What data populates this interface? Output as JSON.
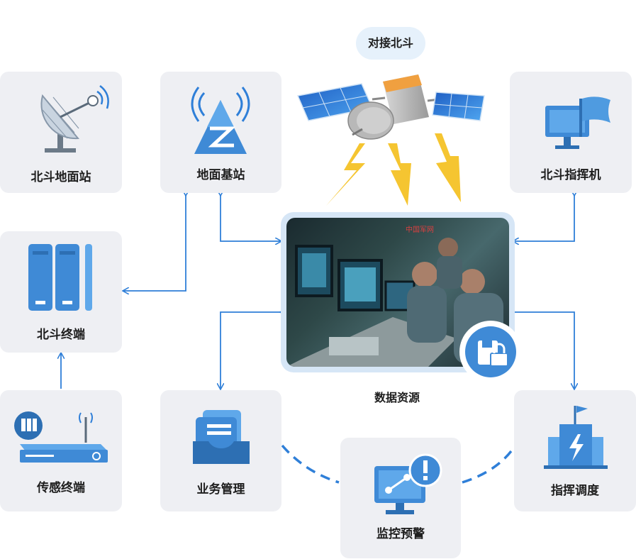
{
  "top_label": "对接北斗",
  "center_label": "数据资源",
  "nodes": {
    "ground_station": "北斗地面站",
    "base_station": "地面基站",
    "command_machine": "北斗指挥机",
    "beidou_terminal": "北斗终端",
    "sensor_terminal": "传感终端",
    "business_mgmt": "业务管理",
    "monitor_warning": "监控预警",
    "dispatch": "指挥调度"
  },
  "photo_watermark": "中国军网",
  "colors": {
    "card_bg": "#eeeff3",
    "arrow": "#2f7fd8",
    "icon_dark": "#2d6fb3",
    "icon_light": "#5fa0dc"
  }
}
